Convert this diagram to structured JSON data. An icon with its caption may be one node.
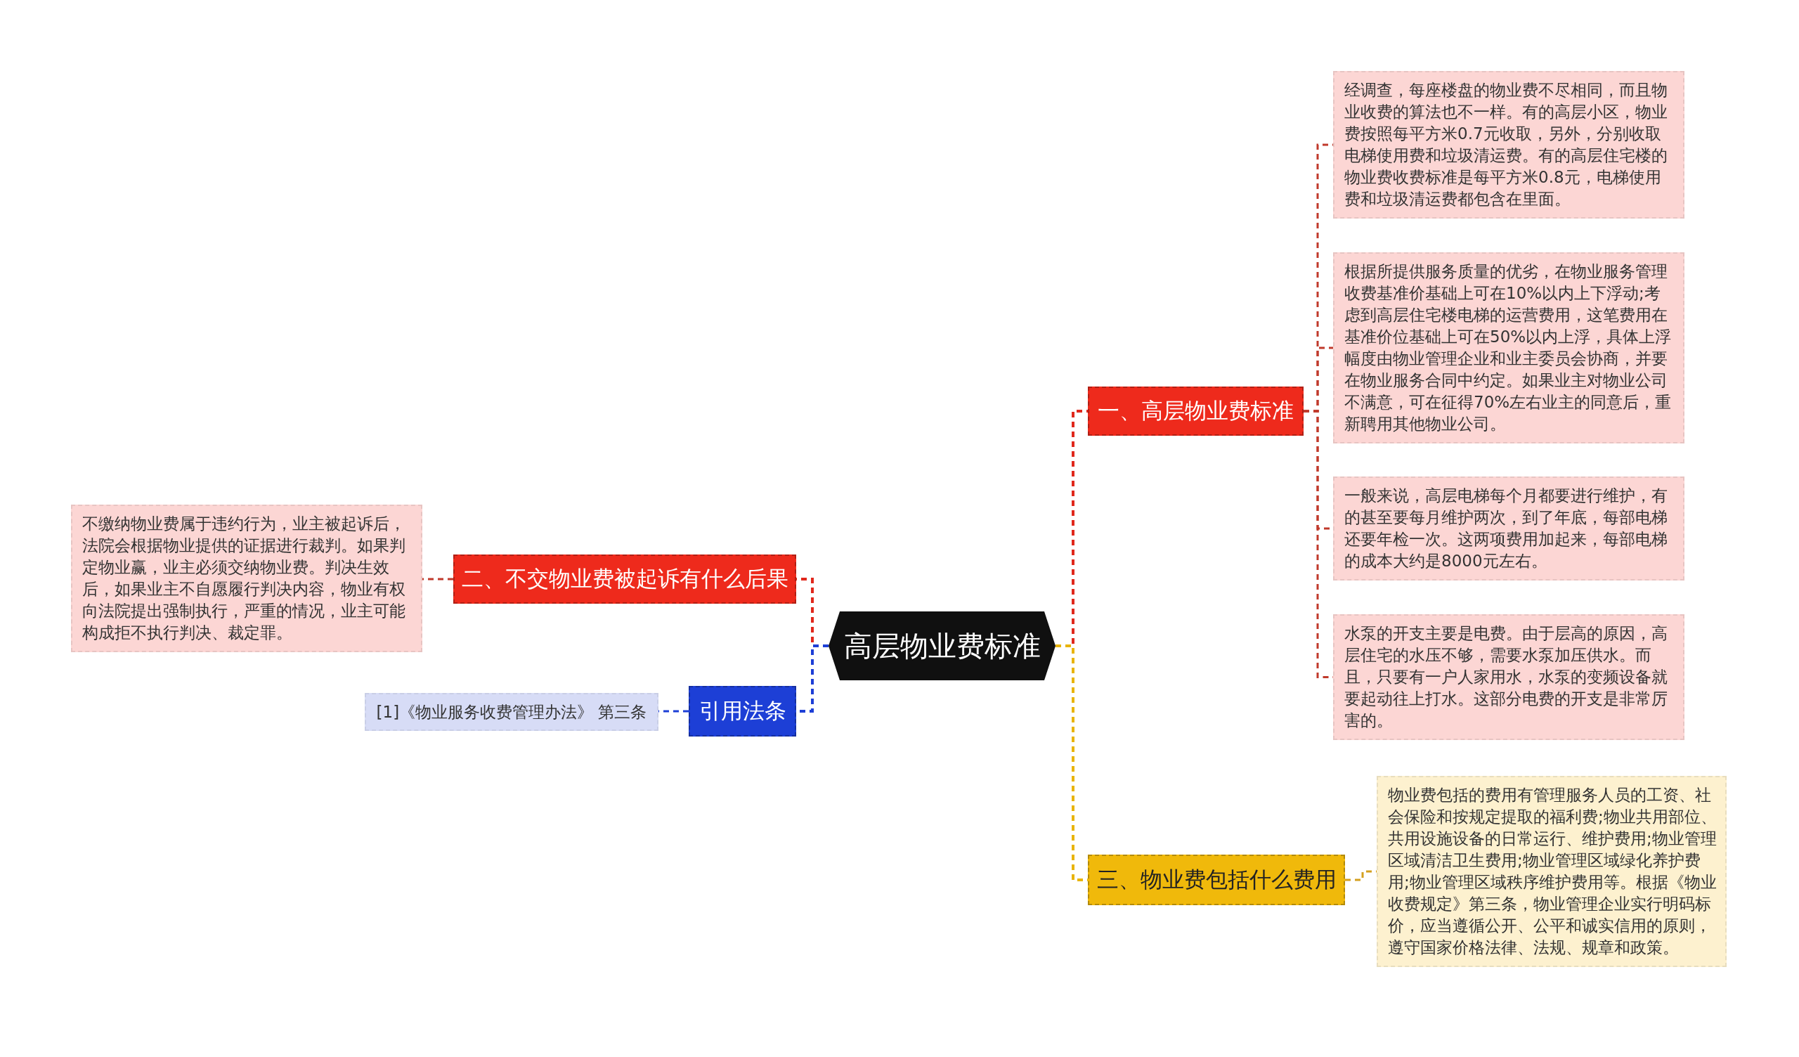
{
  "diagram": {
    "nodes": [
      {
        "text": [
          "高层物业费标准"
        ]
      },
      {
        "text": [
          "一、高层物业费标准"
        ]
      },
      {
        "text": [
          "经调查，每座楼盘的物业费不尽相同，而且物业收费的算法也不一样。有的高层小区，物业费按照每平方米0.7元收取，另外，分别收取电梯使用费和垃圾清运费。有的高层住宅楼的物业费收费标准是每平方米0.8元，电梯使用费和垃圾清运费都包含在里面。"
        ]
      },
      {
        "text": [
          "根据所提供服务质量的优劣，在物业服务管理收费基准价基础上可在10%以内上下浮动;考虑到高层住宅楼电梯的运营费用，这笔费用在基准价位基础上可在50%以内上浮，具体上浮幅度由物业管理企业和业主委员会协商，并要在物业服务合同中约定。如果业主对物业公司不满意，可在征得70%左右业主的同意后，重新聘用其他物业公司。"
        ]
      },
      {
        "text": [
          "一般来说，高层电梯每个月都要进行维护，有的甚至要每月维护两次，到了年底，每部电梯还要年检一次。这两项费用加起来，每部电梯的成本大约是8000元左右。"
        ]
      },
      {
        "text": [
          "水泵的开支主要是电费。由于层高的原因，高层住宅的水压不够，需要水泵加压供水。而且，只要有一户人家用水，水泵的变频设备就要起动往上打水。这部分电费的开支是非常厉害的。"
        ]
      },
      {
        "text": [
          "三、物业费包括什么费用"
        ]
      },
      {
        "text": [
          "物业费包括的费用有管理服务人员的工资、社会保险和按规定提取的福利费;物业共用部位、共用设施设备的日常运行、维护费用;物业管理区域清洁卫生费用;物业管理区域绿化养护费用;物业管理区域秩序维护费用等。根据《物业收费规定》第三条，物业管理企业实行明码标价，应当遵循公开、公平和诚实信用的原则，遵守国家价格法律、法规、规章和政策。"
        ]
      },
      {
        "text": [
          "二、不交物业费被起诉有什么后果"
        ]
      },
      {
        "text": [
          "不缴纳物业费属于违约行为，业主被起诉后，法院会根据物业提供的证据进行裁判。如果判定物业赢，业主必须交纳物业费。判决生效后，如果业主不自愿履行判决内容，物业有权向法院提出强制执行，严重的情况，业主可能构成拒不执行判决、裁定罪。"
        ]
      },
      {
        "text": [
          "引用法条"
        ]
      },
      {
        "text": [
          "[1]《物业服务收费管理办法》 第三条"
        ]
      }
    ],
    "edges": [
      {
        "from": 0,
        "to": 1,
        "arrow": "none",
        "style": "dashed",
        "color": "#e0281c"
      },
      {
        "from": 1,
        "to": 2,
        "arrow": "none",
        "style": "dashed",
        "color": "#c0392b"
      },
      {
        "from": 1,
        "to": 3,
        "arrow": "none",
        "style": "dashed",
        "color": "#c0392b"
      },
      {
        "from": 1,
        "to": 4,
        "arrow": "none",
        "style": "dashed",
        "color": "#c0392b"
      },
      {
        "from": 1,
        "to": 5,
        "arrow": "none",
        "style": "dashed",
        "color": "#c0392b"
      },
      {
        "from": 0,
        "to": 6,
        "arrow": "none",
        "style": "dashed",
        "color": "#e8b40c"
      },
      {
        "from": 6,
        "to": 7,
        "arrow": "none",
        "style": "dashed",
        "color": "#d4a020"
      },
      {
        "from": 0,
        "to": 8,
        "arrow": "none",
        "style": "dashed",
        "color": "#e0281c"
      },
      {
        "from": 8,
        "to": 9,
        "arrow": "none",
        "style": "dashed",
        "color": "#c0392b"
      },
      {
        "from": 0,
        "to": 10,
        "arrow": "none",
        "style": "dashed",
        "color": "#1d3fd6"
      },
      {
        "from": 10,
        "to": 11,
        "arrow": "none",
        "style": "dashed",
        "color": "#1d3fd6"
      }
    ]
  }
}
